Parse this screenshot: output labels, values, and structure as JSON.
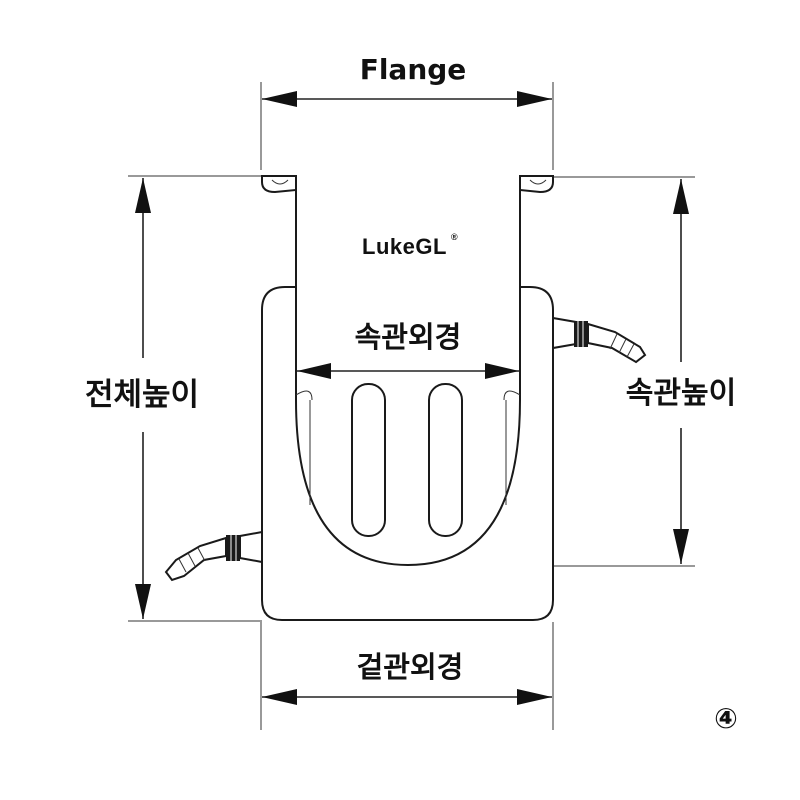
{
  "labels": {
    "flange": "Flange",
    "inner_od": "속관외경",
    "total_height": "전체높이",
    "inner_height": "속관높이",
    "outer_od": "겉관외경",
    "figure_number": "④"
  },
  "brand": {
    "name": "LukeGL",
    "mark": "®"
  }
}
